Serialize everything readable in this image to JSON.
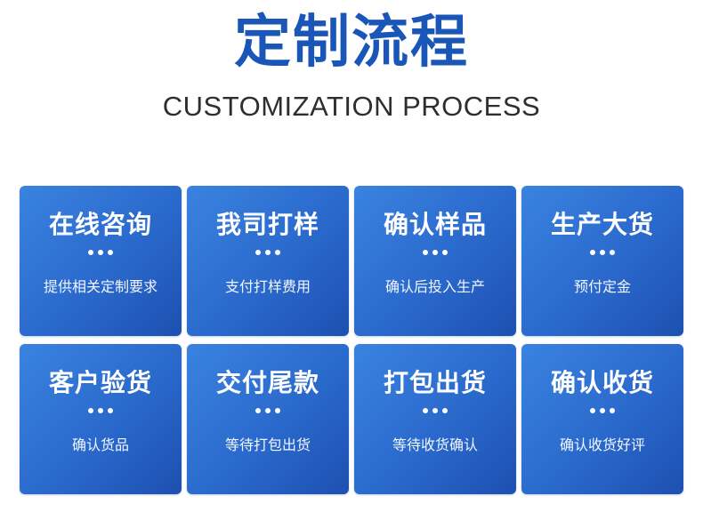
{
  "header": {
    "title": "定制流程",
    "subtitle": "CUSTOMIZATION PROCESS"
  },
  "colors": {
    "title": "#1a56b8",
    "card_start": "#3a83e0",
    "card_end": "#1d50b0"
  },
  "steps": [
    {
      "title": "在线咨询",
      "desc": "提供相关定制要求"
    },
    {
      "title": "我司打样",
      "desc": "支付打样费用"
    },
    {
      "title": "确认样品",
      "desc": "确认后投入生产"
    },
    {
      "title": "生产大货",
      "desc": "预付定金"
    },
    {
      "title": "客户验货",
      "desc": "确认货品"
    },
    {
      "title": "交付尾款",
      "desc": "等待打包出货"
    },
    {
      "title": "打包出货",
      "desc": "等待收货确认"
    },
    {
      "title": "确认收货",
      "desc": "确认收货好评"
    }
  ]
}
